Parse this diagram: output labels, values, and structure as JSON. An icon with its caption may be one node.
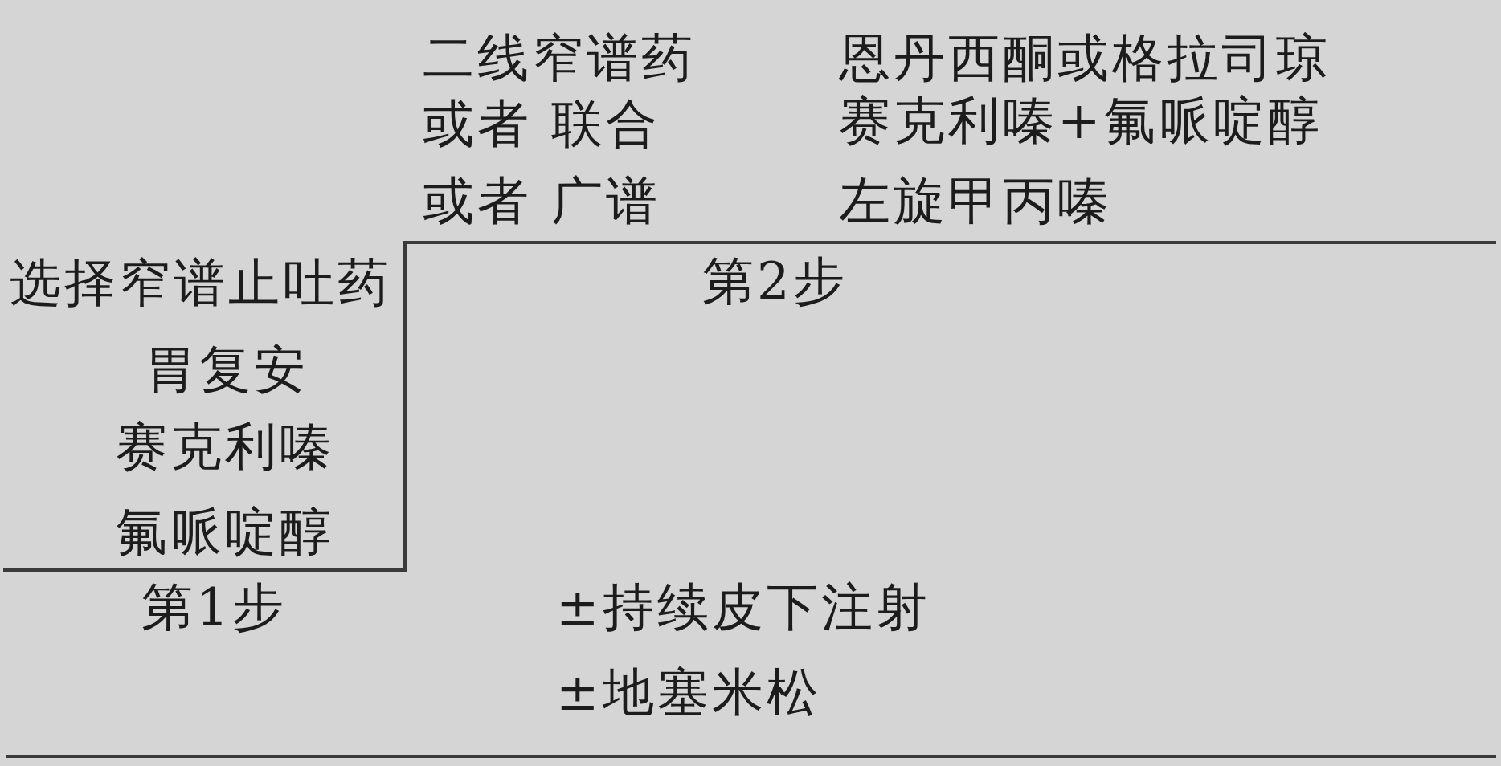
{
  "diagram": {
    "nodes": [
      {
        "text": [
          "选择窄谱止吐药",
          "胃复安",
          "赛克利嗪",
          "氟哌啶醇"
        ],
        "beside": [
          "第1步"
        ]
      }
    ],
    "labels": [
      "二线窄谱药",
      "恩丹西酮或格拉司琼",
      "或者 联合",
      "赛克利嗪+氟哌啶醇",
      "或者 广谱",
      "左旋甲丙嗪",
      "第2步",
      "±持续皮下注射",
      "±地塞米松"
    ]
  }
}
